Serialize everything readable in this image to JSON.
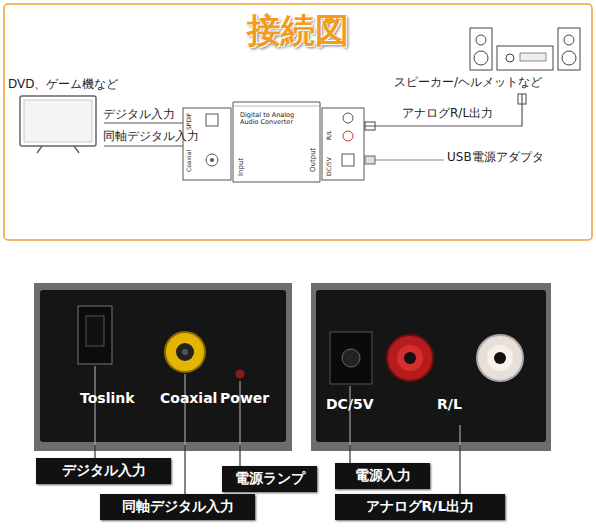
{
  "diagram": {
    "title": "接続図",
    "nodes": [
      {
        "text": [
          "DVD、ゲーム機など"
        ]
      },
      {
        "text": [
          "Digital to Analog Audio Converter",
          "Input",
          "Output",
          "SPDIF",
          "Coaxial",
          "R/L",
          "DC/5V"
        ]
      },
      {
        "text": [
          "スピーカー/ヘルメットなど"
        ]
      },
      {
        "text": [
          "Toslink",
          "Coaxial",
          "Power"
        ]
      },
      {
        "text": [
          "DC/5V",
          "R/L"
        ]
      },
      {
        "text": [
          "デジタル入力"
        ]
      },
      {
        "text": [
          "電源ランプ"
        ]
      },
      {
        "text": [
          "電源入力"
        ]
      },
      {
        "text": [
          "同軸デジタル入力"
        ]
      },
      {
        "text": [
          "アナログR/L出力"
        ]
      }
    ],
    "edges": [
      {
        "from": 0,
        "to": 1,
        "label": "デジタル入力",
        "arrow": "none"
      },
      {
        "from": 0,
        "to": 1,
        "label": "同軸デジタル入力",
        "arrow": "none"
      },
      {
        "from": 1,
        "to": 2,
        "label": "アナログR/L出力",
        "arrow": "none"
      },
      {
        "from": 5,
        "to": 3,
        "arrow": "none"
      },
      {
        "from": 6,
        "to": 3,
        "arrow": "none"
      },
      {
        "from": 7,
        "to": 4,
        "arrow": "none"
      },
      {
        "from": 8,
        "to": 3,
        "arrow": "none"
      },
      {
        "from": 9,
        "to": 4,
        "arrow": "none"
      }
    ],
    "labels": [
      "USB電源アダプタ"
    ]
  }
}
